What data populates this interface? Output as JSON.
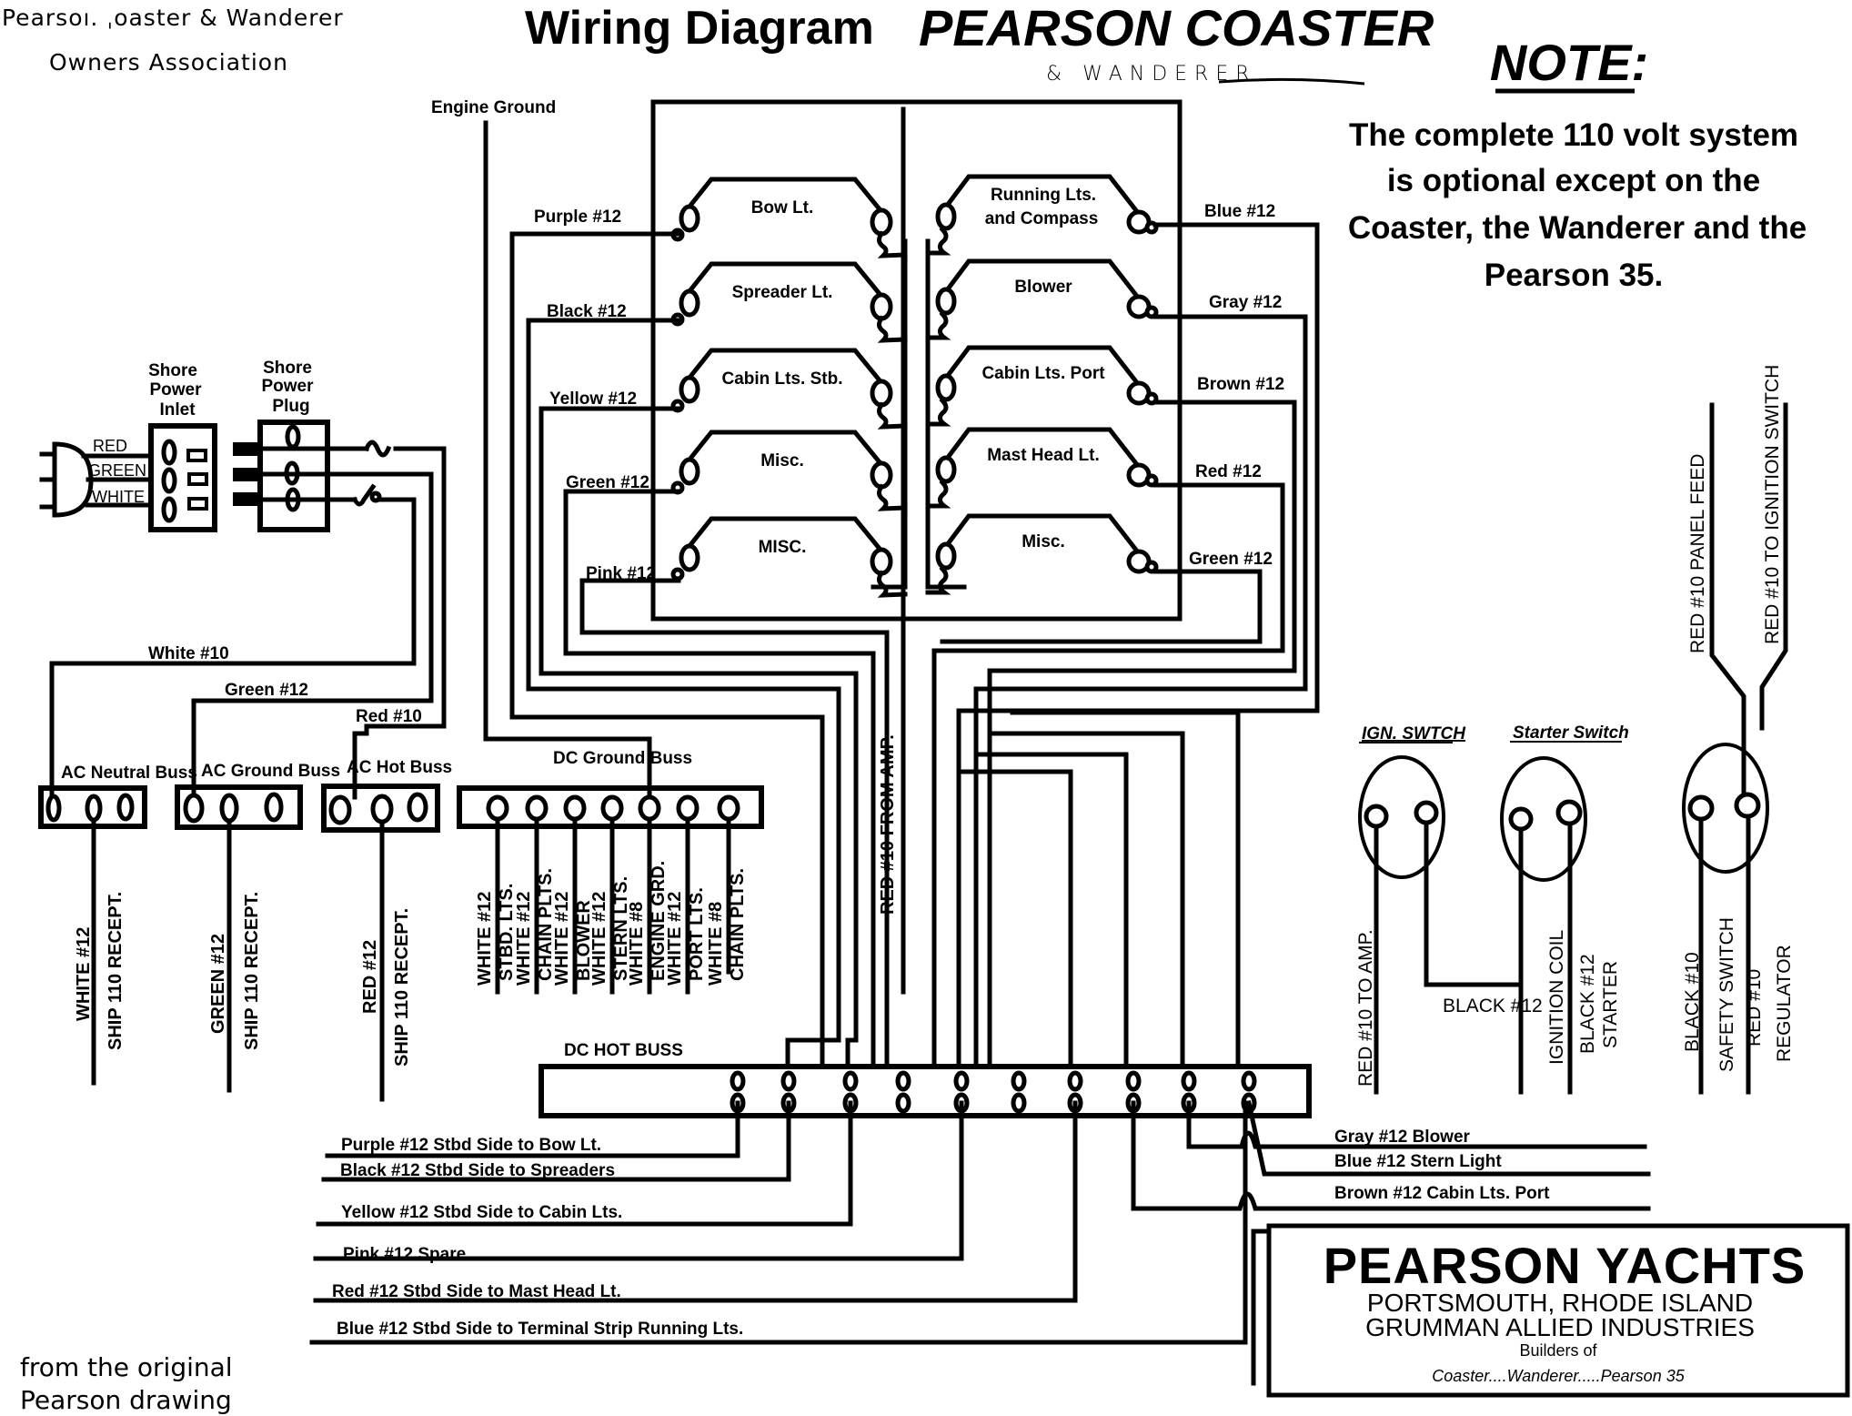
{
  "header": {
    "association_line1": "Pearsoı. ˌoaster & Wanderer",
    "association_line2": "Owners Association",
    "title": "Wiring Diagram",
    "model": "PEARSON COASTER",
    "model_handwritten": "& WANDERER"
  },
  "note": {
    "heading": "NOTE:",
    "lines": [
      "The complete 110 volt system",
      "is optional except on the",
      "Coaster, the Wanderer and the",
      "Pearson 35."
    ]
  },
  "engine_ground": "Engine Ground",
  "breaker_panel": {
    "left_switches": [
      {
        "label": "Bow Lt.",
        "wire": "Purple #12"
      },
      {
        "label": "Spreader Lt.",
        "wire": "Black #12"
      },
      {
        "label": "Cabin Lts. Stb.",
        "wire": "Yellow #12"
      },
      {
        "label": "Misc.",
        "wire": "Green #12"
      },
      {
        "label": "MISC.",
        "wire": "Pink #12"
      }
    ],
    "right_switches": [
      {
        "label": "Running Lts.",
        "label2": "and Compass",
        "wire": "Blue #12"
      },
      {
        "label": "Blower",
        "wire": "Gray #12"
      },
      {
        "label": "Cabin Lts. Port",
        "wire": "Brown #12"
      },
      {
        "label": "Mast Head Lt.",
        "wire": "Red #12"
      },
      {
        "label": "Misc.",
        "wire": "Green #12"
      }
    ]
  },
  "shore_power": {
    "inlet_label": [
      "Shore",
      "Power",
      "Inlet"
    ],
    "plug_label": [
      "Shore",
      "Power",
      "Plug"
    ],
    "cord_wires": [
      "RED",
      "GREEN",
      "WHITE"
    ]
  },
  "ac_wires": {
    "white": "White #10",
    "green": "Green #12",
    "red": "Red #10"
  },
  "ac_busses": [
    {
      "name": "AC Neutral Buss",
      "wire": "WHITE #12",
      "dest": "SHIP 110 RECEPT."
    },
    {
      "name": "AC Ground Buss",
      "wire": "GREEN #12",
      "dest": "SHIP 110 RECEPT."
    },
    {
      "name": "AC Hot Buss",
      "wire": "RED #12",
      "dest": "SHIP 110 RECEPT."
    }
  ],
  "dc_ground_buss": {
    "name": "DC Ground Buss",
    "leads": [
      {
        "wire": "WHITE #12",
        "dest": "STBD. LTS."
      },
      {
        "wire": "WHITE #12",
        "dest": "CHAIN PLTS."
      },
      {
        "wire": "WHITE #12",
        "dest": "BLOWER"
      },
      {
        "wire": "WHITE #12",
        "dest": "STERN LTS."
      },
      {
        "wire": "WHITE #8",
        "dest": "ENGINE GRD."
      },
      {
        "wire": "WHITE #12",
        "dest": "PORT LTS."
      },
      {
        "wire": "WHITE #8",
        "dest": "CHAIN PLTS."
      }
    ]
  },
  "red_from_amp": "RED #10 FROM AMP.",
  "dc_hot_buss": {
    "name": "DC HOT BUSS",
    "outputs_left": [
      "Purple #12  Stbd Side to Bow Lt.",
      "Black #12  Stbd Side to Spreaders",
      "Yellow #12  Stbd Side to Cabin Lts.",
      "Pink #12   Spare",
      "Red #12  Stbd Side to Mast Head Lt.",
      "Blue #12  Stbd Side to Terminal Strip Running Lts."
    ],
    "outputs_right": [
      "Gray #12  Blower",
      "Blue #12  Stern Light",
      "Brown #12  Cabin Lts.  Port"
    ]
  },
  "switches": {
    "ignition": {
      "title": "IGN. SWTCH",
      "lead_left": "RED #10 TO AMP."
    },
    "starter": {
      "title": "Starter Switch",
      "lead_left": "IGNITION COIL",
      "lead_mid": "BLACK #12",
      "lead_right": "STARTER"
    },
    "link_wire": "BLACK #12",
    "third": {
      "feed_left": "RED #10 PANEL FEED",
      "feed_right": "RED #10 TO IGNITION SWITCH",
      "lead_left_1": "BLACK #10",
      "lead_left_2": "SAFETY SWITCH",
      "lead_right_1": "RED #10",
      "lead_right_2": "REGULATOR"
    }
  },
  "builder_box": {
    "name": "PEARSON YACHTS",
    "location": "PORTSMOUTH, RHODE ISLAND",
    "parent": "GRUMMAN ALLIED INDUSTRIES",
    "builders_of": "Builders of",
    "models": "Coaster....Wanderer.....Pearson 35"
  },
  "footer": {
    "line1": "from the original",
    "line2": "Pearson drawing"
  }
}
